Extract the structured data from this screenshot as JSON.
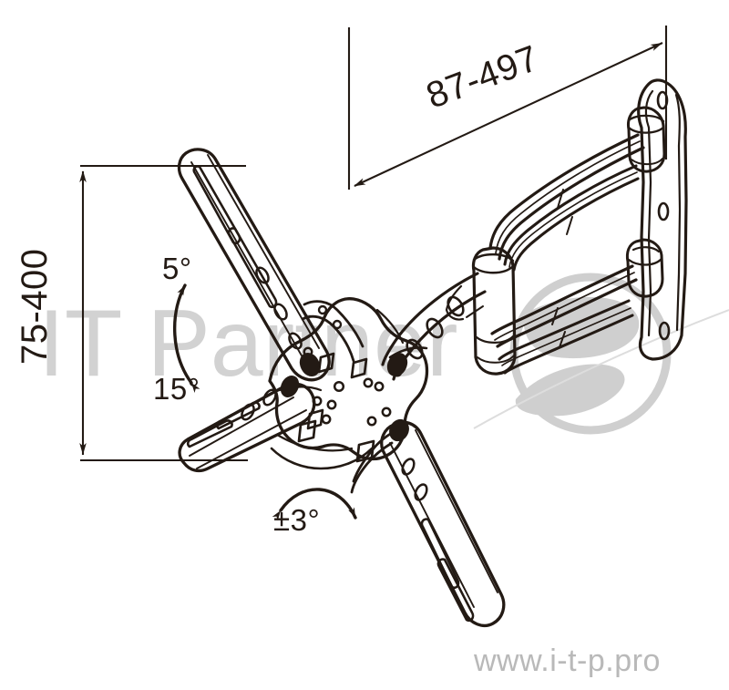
{
  "drawing": {
    "title": "TV wall mount bracket technical drawing",
    "line_color": "#231a14",
    "background_color": "#ffffff",
    "watermark_color": "#cccccc"
  },
  "dimensions": {
    "vertical": {
      "label": "75-400",
      "orientation": "vertical",
      "unit_implied": "mm"
    },
    "horizontal": {
      "label": "87-497",
      "orientation": "diagonal",
      "unit_implied": "mm"
    }
  },
  "angles": {
    "tilt_up": "5°",
    "tilt_down": "15°",
    "roll": "±3°"
  },
  "watermarks": {
    "brand_text": "IT Partner",
    "url_text": "www.i-t-p.pro"
  }
}
